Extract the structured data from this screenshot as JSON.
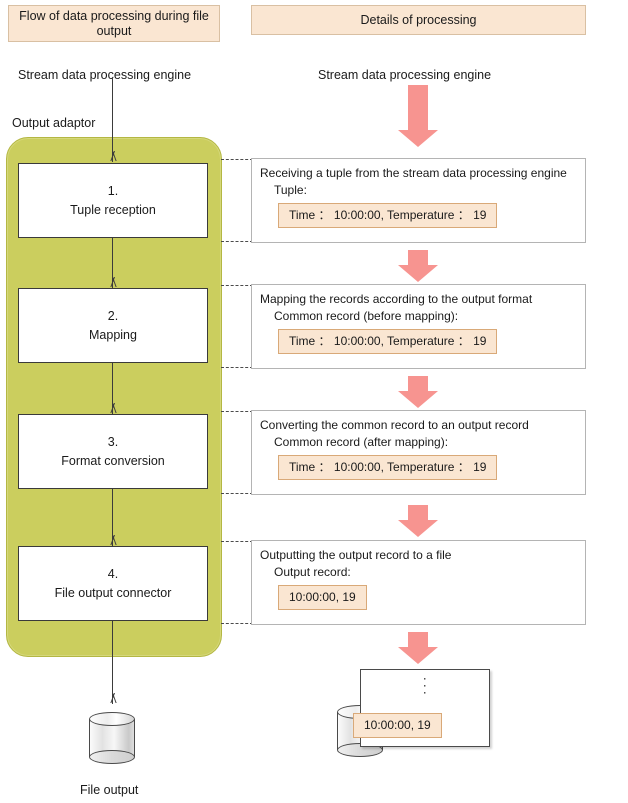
{
  "headers": {
    "left": "Flow of data processing during file output",
    "right": "Details of processing"
  },
  "captions": {
    "engine_left": "Stream data processing engine",
    "engine_right": "Stream data processing engine",
    "output_adaptor": "Output adaptor",
    "file_output": "File output"
  },
  "colors": {
    "banner_fill": "#FAE6D2",
    "banner_border": "#D9C0A3",
    "adaptor_fill": "#CBCE5E",
    "adaptor_border": "#B4B743",
    "arrow_salmon": "#F79490",
    "chip_fill": "#FAE6D2",
    "chip_border": "#D9A978",
    "box_border": "#3a3a3a",
    "detail_border": "#b4b4b4"
  },
  "process_steps": [
    {
      "number": "1.",
      "label": "Tuple reception"
    },
    {
      "number": "2.",
      "label": "Mapping"
    },
    {
      "number": "3.",
      "label": "Format conversion"
    },
    {
      "number": "4.",
      "label": "File output connector"
    }
  ],
  "details": [
    {
      "title": "Receiving a tuple from the stream data processing engine",
      "subtitle": "Tuple:",
      "value": "Time ： 10:00:00, Temperature ： 19"
    },
    {
      "title": "Mapping the records according to the output format",
      "subtitle": "Common record (before mapping):",
      "value": "Time ： 10:00:00, Temperature ： 19"
    },
    {
      "title": "Converting the common record to an output record",
      "subtitle": "Common record (after mapping):",
      "value": "Time ： 10:00:00, Temperature ： 19"
    },
    {
      "title": "Outputting the output record to a file",
      "subtitle": "Output record:",
      "value": "10:00:00, 19"
    }
  ],
  "file_window": {
    "ellipsis": "·",
    "record": "10:00:00, 19"
  }
}
